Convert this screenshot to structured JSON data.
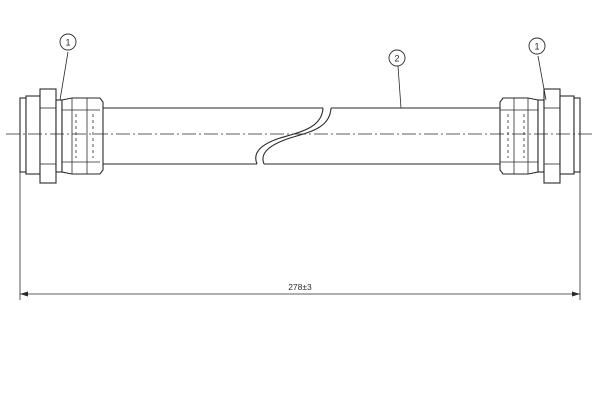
{
  "callouts": {
    "left_fitting": "1",
    "hose": "2",
    "right_fitting": "1"
  },
  "dimension": {
    "overall_length": "278±3"
  }
}
